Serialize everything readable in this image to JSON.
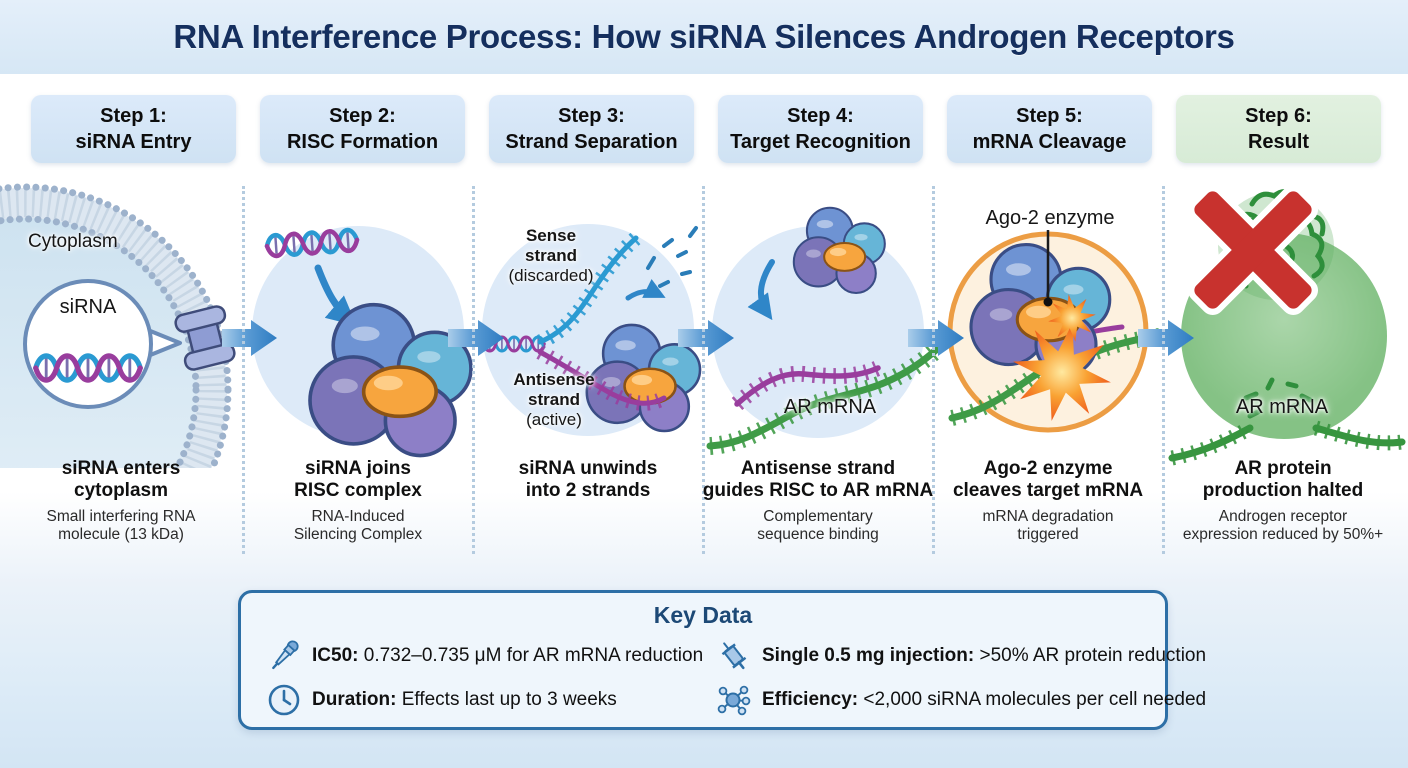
{
  "title": "RNA Interference Process: How siRNA Silences Androgen Receptors",
  "steps": [
    {
      "line1": "Step 1:",
      "line2": "siRNA Entry"
    },
    {
      "line1": "Step 2:",
      "line2": "RISC Formation"
    },
    {
      "line1": "Step 3:",
      "line2": "Strand Separation"
    },
    {
      "line1": "Step 4:",
      "line2": "Target Recognition"
    },
    {
      "line1": "Step 5:",
      "line2": "mRNA Cleavage"
    },
    {
      "line1": "Step 6:",
      "line2": "Result"
    }
  ],
  "panels": [
    {
      "caption_line1": "siRNA enters",
      "caption_line2": "cytoplasm",
      "sub_line1": "Small interfering RNA",
      "sub_line2": "molecule (13 kDa)",
      "labels": {
        "cytoplasm": "Cytoplasm",
        "sirna": "siRNA"
      }
    },
    {
      "caption_line1": "siRNA joins",
      "caption_line2": "RISC complex",
      "sub_line1": "RNA-Induced",
      "sub_line2": "Silencing Complex"
    },
    {
      "caption_line1": "siRNA unwinds",
      "caption_line2": "into 2 strands",
      "sub_line1": "",
      "sub_line2": "",
      "labels": {
        "sense_line1": "Sense",
        "sense_line2": "strand",
        "sense_line3": "(discarded)",
        "antisense_line1": "Antisense",
        "antisense_line2": "strand",
        "antisense_line3": "(active)"
      }
    },
    {
      "caption_line1": "Antisense strand",
      "caption_line2": "guides RISC to AR mRNA",
      "sub_line1": "Complementary",
      "sub_line2": "sequence binding",
      "labels": {
        "mrna": "AR mRNA"
      }
    },
    {
      "caption_line1": "Ago-2 enzyme",
      "caption_line2": "cleaves target mRNA",
      "sub_line1": "mRNA degradation",
      "sub_line2": "triggered",
      "labels": {
        "enzyme": "Ago-2 enzyme"
      }
    },
    {
      "caption_line1": "AR protein",
      "caption_line2": "production halted",
      "sub_line1": "Androgen receptor",
      "sub_line2": "expression reduced by 50%+",
      "labels": {
        "mrna": "AR mRNA"
      }
    }
  ],
  "key_data": {
    "title": "Key Data",
    "items": [
      {
        "icon": "dropper-icon",
        "label": "IC50:",
        "value": " 0.732–0.735 μM for AR mRNA reduction"
      },
      {
        "icon": "clock-icon",
        "label": "Duration:",
        "value": " Effects last up to 3 weeks"
      },
      {
        "icon": "syringe-icon",
        "label": "Single 0.5 mg injection:",
        "value": " >50% AR protein reduction"
      },
      {
        "icon": "molecule-icon",
        "label": "Efficiency:",
        "value": " <2,000 siRNA molecules per cell needed"
      }
    ]
  },
  "colors": {
    "header_bg": "#d6e7f5",
    "title_navy": "#152f5e",
    "step_blue": "#d7e6f4",
    "step_green": "#ddeedd",
    "arrow_blue": "#2e7cc2",
    "mrna_green": "#37953f",
    "strand_blue": "#2a9ad2",
    "strand_purple": "#993d9d",
    "enzyme_orange": "#f7a53e",
    "cleave_ring_orange": "#ec9d44",
    "halt_red": "#c8322e",
    "keybox_border": "#2d6fa6"
  }
}
